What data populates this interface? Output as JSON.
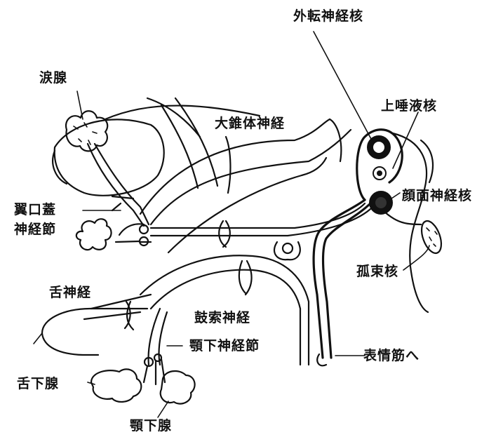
{
  "labels": {
    "abducens_nucleus": "外転神経核",
    "lacrimal_gland": "涙腺",
    "sup_salivatory_nucleus": "上唾液核",
    "greater_petrosal_nerve": "大錐体神経",
    "pterygopalatine_ganglion_1": "翼口蓋",
    "pterygopalatine_ganglion_2": "神経節",
    "facial_nucleus": "顔面神経核",
    "solitary_nucleus": "孤束核",
    "lingual_nerve": "舌神経",
    "chorda_tympani": "鼓索神経",
    "submandibular_ganglion": "顎下神経節",
    "to_facial_muscles": "表情筋へ",
    "sublingual_gland": "舌下腺",
    "submandibular_gland": "顎下腺"
  },
  "colors": {
    "ink": "#111111",
    "paper": "#ffffff"
  }
}
